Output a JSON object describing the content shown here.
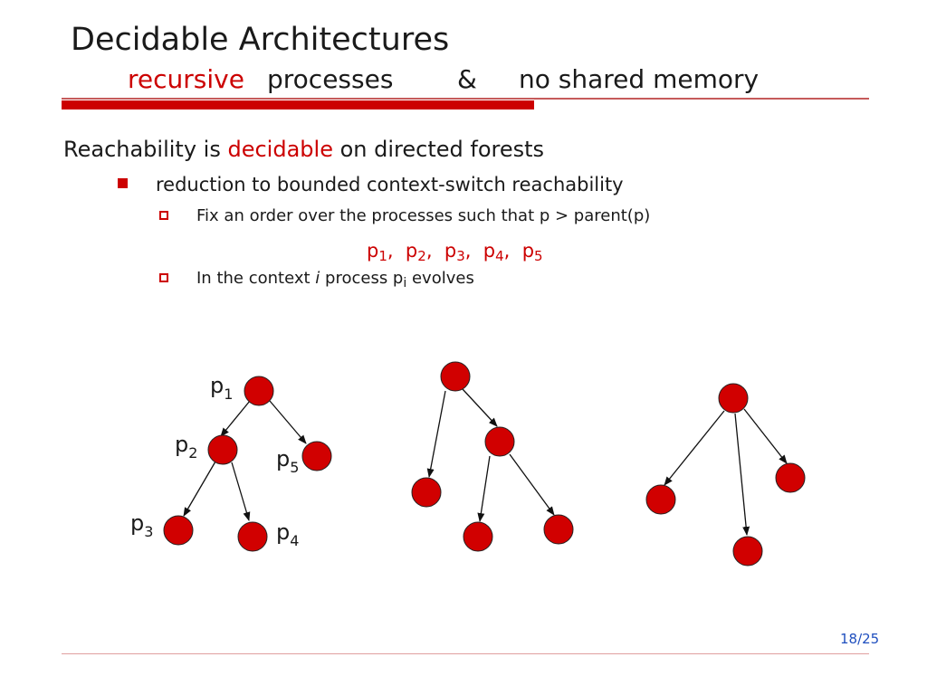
{
  "title": "Decidable Architectures",
  "subtitle": {
    "word1": "recursive",
    "word2": "processes",
    "amp": "&",
    "word3": "no shared memory"
  },
  "bullets": {
    "main_prefix": "Reachability is",
    "main_highlight": "decidable",
    "main_suffix": "on directed forests",
    "sub1": "reduction to bounded context-switch reachability",
    "sub1a": "Fix an order over the processes such that p > parent(p)",
    "sub1b_prefix": "In the context",
    "sub1b_var": "i",
    "sub1b_mid": "process p",
    "sub1b_sub": "i",
    "sub1b_suffix": "evolves"
  },
  "order": [
    {
      "base": "p",
      "sub": "1"
    },
    {
      "base": "p",
      "sub": "2"
    },
    {
      "base": "p",
      "sub": "3"
    },
    {
      "base": "p",
      "sub": "4"
    },
    {
      "base": "p",
      "sub": "5"
    }
  ],
  "tree_labels": [
    {
      "base": "p",
      "sub": "1"
    },
    {
      "base": "p",
      "sub": "2"
    },
    {
      "base": "p",
      "sub": "5"
    },
    {
      "base": "p",
      "sub": "3"
    },
    {
      "base": "p",
      "sub": "4"
    }
  ],
  "page_number": "18/25",
  "colors": {
    "accent": "#cc0000",
    "node_fill": "#d10000",
    "page_number": "#1f4fbf"
  }
}
